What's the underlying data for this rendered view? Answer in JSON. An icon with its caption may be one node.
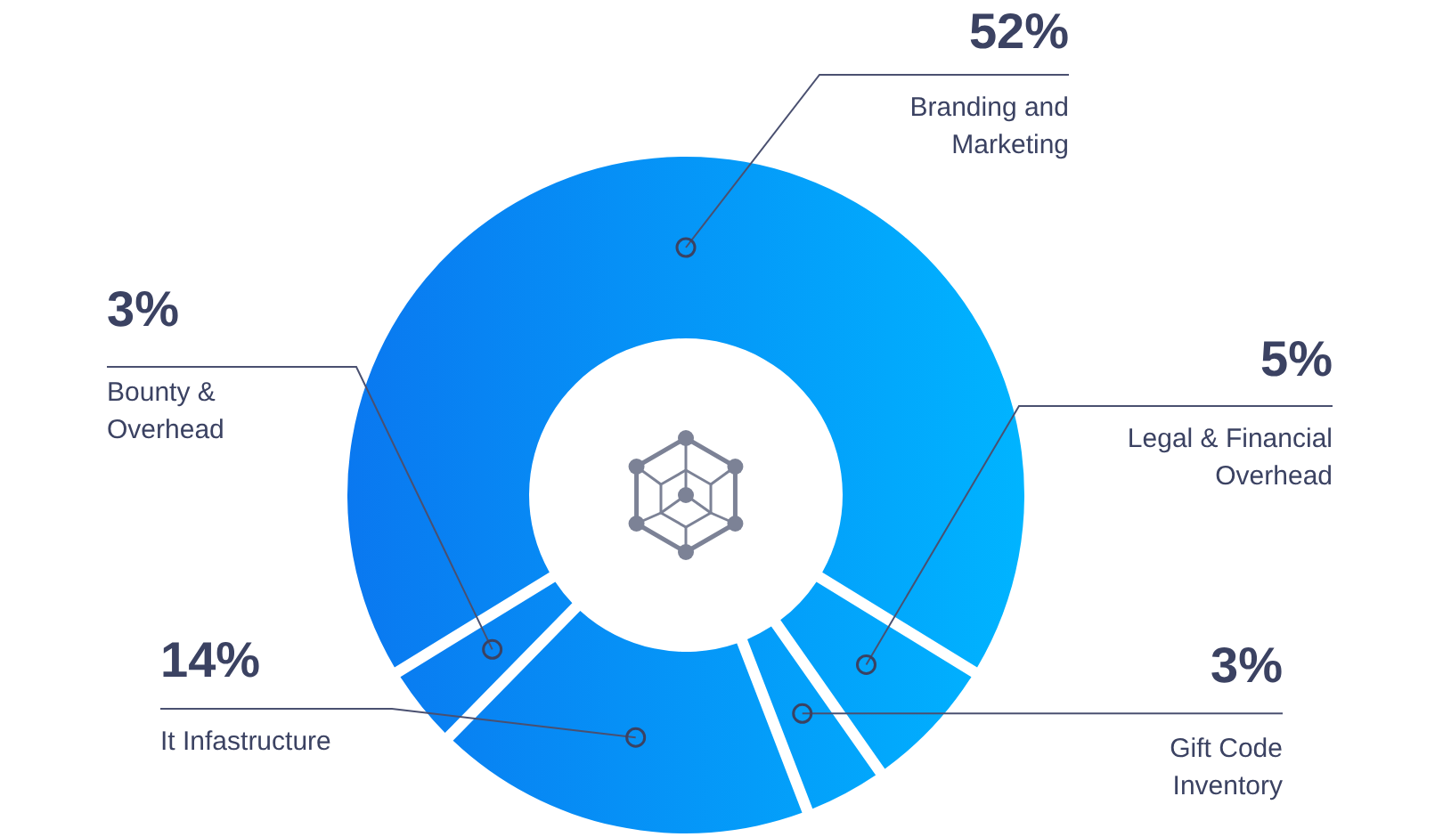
{
  "diagram": {
    "chart_data": {
      "type": "donut",
      "categories": [
        "Branding and Marketing",
        "Legal & Financial Overhead",
        "Gift Code Inventory",
        "It Infastructure",
        "Bounty & Overhead"
      ],
      "values": [
        52,
        5,
        3,
        14,
        3
      ],
      "value_labels": [
        "52%",
        "5%",
        "3%",
        "14%",
        "3%"
      ]
    }
  }
}
